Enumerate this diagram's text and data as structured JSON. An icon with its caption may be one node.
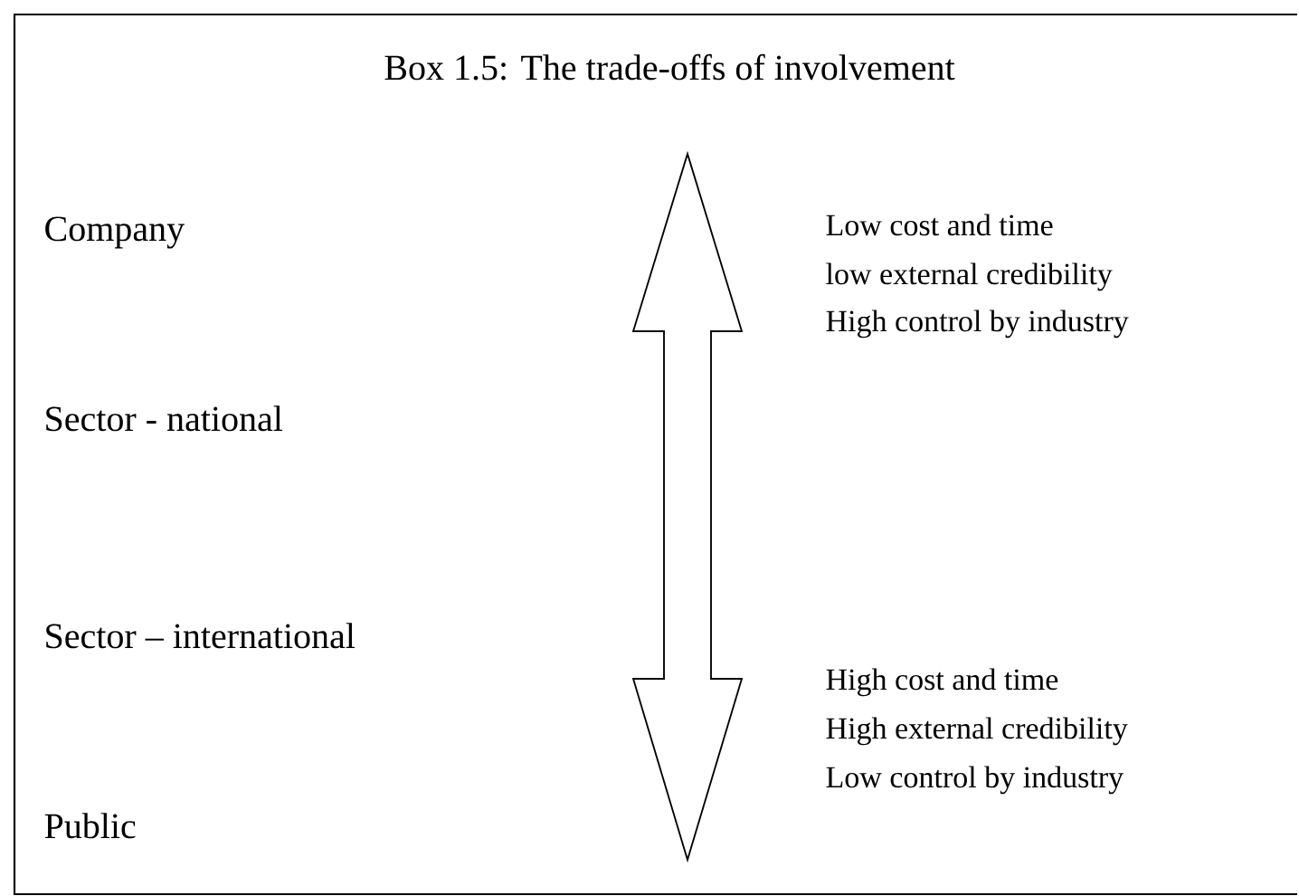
{
  "diagram": {
    "title": "Box 1.5: The trade-offs of involvement",
    "labels": [
      "Company",
      "Low cost and time",
      "low external credibility",
      "High control by industry",
      "Sector - national",
      "Sector – international",
      "High cost and time",
      "High external credibility",
      "Low control by industry",
      "Public"
    ]
  }
}
